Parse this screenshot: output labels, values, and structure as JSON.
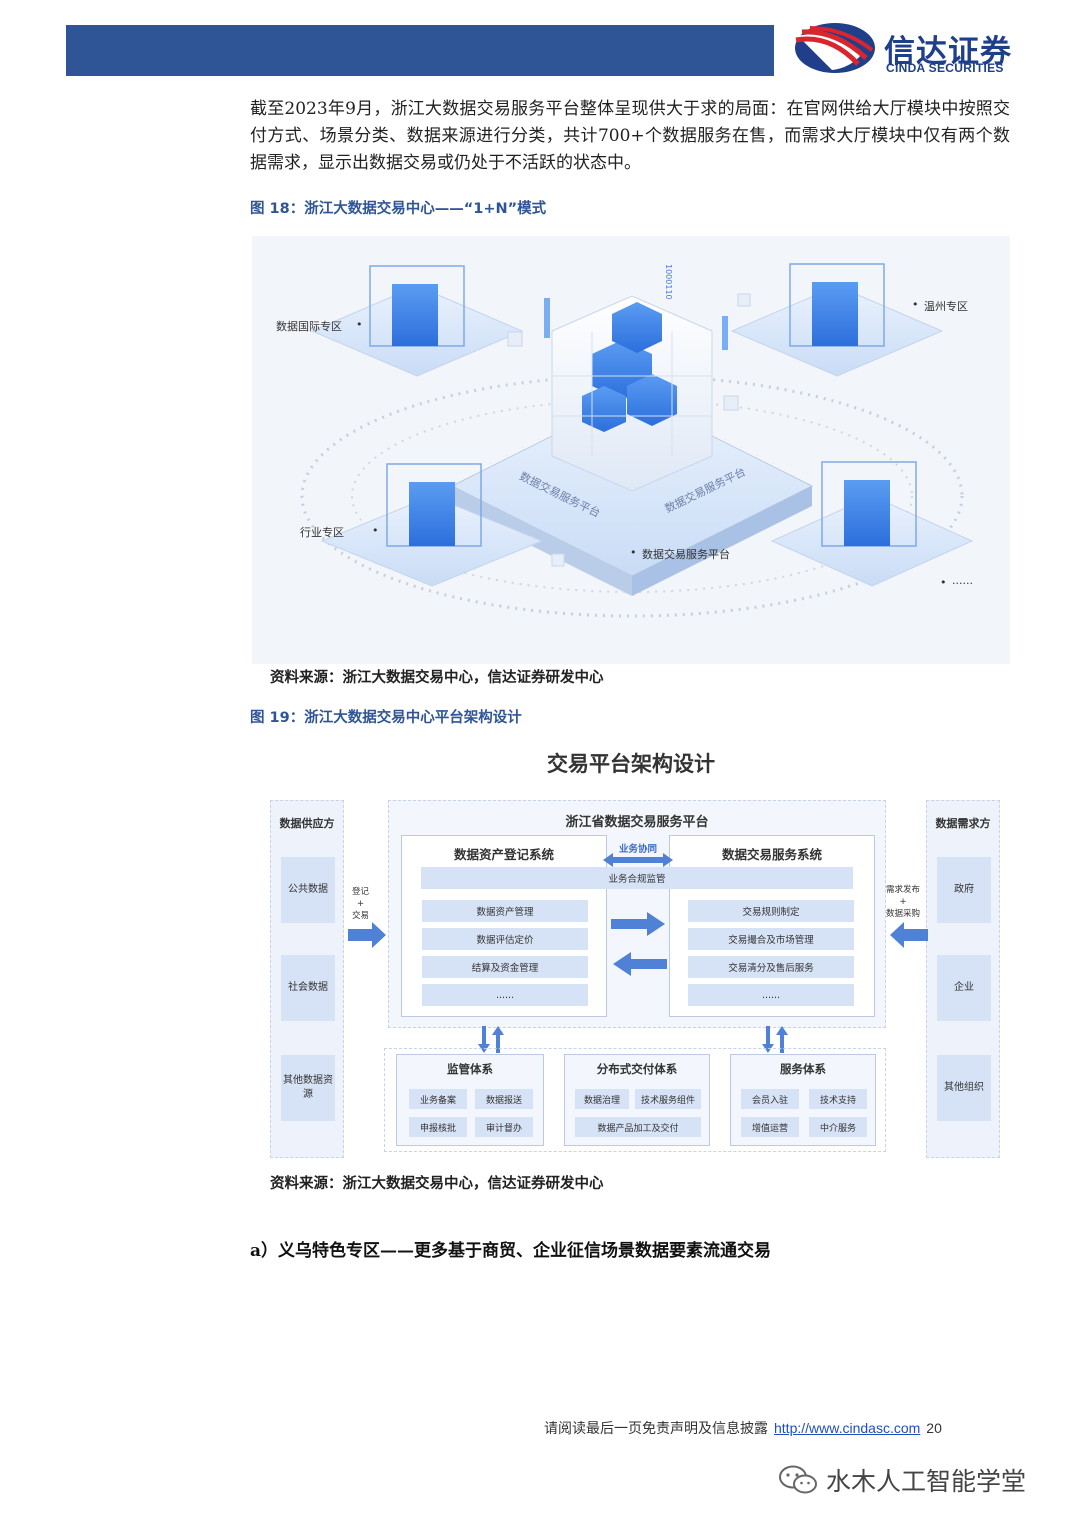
{
  "header": {
    "logo_cn": "信达证券",
    "logo_en": "CINDA SECURITIES"
  },
  "paragraph": "截至2023年9月，浙江大数据交易服务平台整体呈现供大于求的局面：在官网供给大厅模块中按照交付方式、场景分类、数据来源进行分类，共计700+个数据服务在售，而需求大厅模块中仅有两个数据需求，显示出数据交易或仍处于不活跃的状态中。",
  "figure18": {
    "caption": "图 18：浙江大数据交易中心——“1+N”模式",
    "labels": {
      "intl": "数据国际专区",
      "wenzhou": "温州专区",
      "industry": "行业专区",
      "platform": "数据交易服务平台",
      "more": "......",
      "platform_face_left": "数据交易服务平台",
      "platform_face_right": "数据交易服务平台",
      "binary": "1000110"
    },
    "source": "资料来源：浙江大数据交易中心，信达证券研发中心"
  },
  "figure19": {
    "caption": "图 19：浙江大数据交易中心平台架构设计",
    "title": "交易平台架构设计",
    "supply": {
      "title": "数据供应方",
      "items": [
        "公共数据",
        "社会数据",
        "其他数据资源"
      ]
    },
    "demand": {
      "title": "数据需求方",
      "items": [
        "政府",
        "企业",
        "其他组织"
      ]
    },
    "platform_title": "浙江省数据交易服务平台",
    "left_system": {
      "title": "数据资产登记系统",
      "items": [
        "数据资产管理",
        "数据评估定价",
        "结算及资金管理",
        "......"
      ]
    },
    "right_system": {
      "title": "数据交易服务系统",
      "items": [
        "交易规则制定",
        "交易撮合及市场管理",
        "交易清分及售后服务",
        "......"
      ]
    },
    "cooperation": "业务协同",
    "compliance": "业务合规监管",
    "left_arrow_note": "登记\n+\n交易",
    "right_arrow_note": "需求发布\n+\n数据采购",
    "bottom": [
      {
        "title": "监管体系",
        "items": [
          "业务备案",
          "数据报送",
          "申报核批",
          "审计督办"
        ]
      },
      {
        "title": "分布式交付体系",
        "items": [
          "数据治理",
          "技术服务组件",
          "数据产品加工及交付"
        ]
      },
      {
        "title": "服务体系",
        "items": [
          "会员入驻",
          "技术支持",
          "增值运营",
          "中介服务"
        ]
      }
    ],
    "source": "资料来源：浙江大数据交易中心，信达证券研发中心"
  },
  "section_heading": "a）义乌特色专区——更多基于商贸、企业征信场景数据要素流通交易",
  "footer": {
    "disclaimer": "请阅读最后一页免责声明及信息披露",
    "url": "http://www.cindasc.com",
    "page": "20"
  },
  "watermark": "水木人工智能学堂",
  "colors": {
    "header_band": "#2f5597",
    "caption_blue": "#2f5597",
    "logo_red": "#d9262e",
    "logo_blue": "#1f3f8a"
  }
}
